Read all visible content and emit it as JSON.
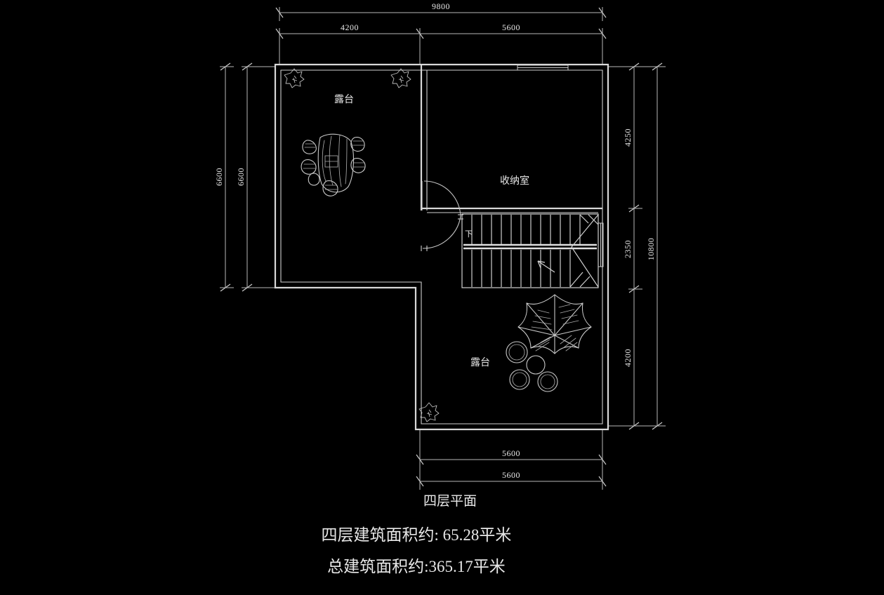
{
  "drawing": {
    "type": "architectural-floor-plan",
    "title": "四层平面",
    "background_color": "#000000",
    "line_color": "#d8d8d8",
    "annotations": {
      "floor_area": "四层建筑面积约: 65.28平米",
      "total_area": "总建筑面积约:365.17平米"
    }
  },
  "rooms": [
    {
      "id": "terrace-upper",
      "label": "露台"
    },
    {
      "id": "storage",
      "label": "收纳室"
    },
    {
      "id": "terrace-lower",
      "label": "露台"
    }
  ],
  "stair": {
    "direction_label": "下"
  },
  "dimensions": {
    "top_outer": "9800",
    "top_inner": [
      {
        "value": "4200"
      },
      {
        "value": "5600"
      }
    ],
    "left_outer": "6600",
    "left_inner": "6600",
    "right_outer": "10800",
    "right_inner": [
      {
        "value": "4250"
      },
      {
        "value": "2350"
      },
      {
        "value": "4200"
      }
    ],
    "bottom_outer": "5600",
    "bottom_inner": "5600"
  }
}
